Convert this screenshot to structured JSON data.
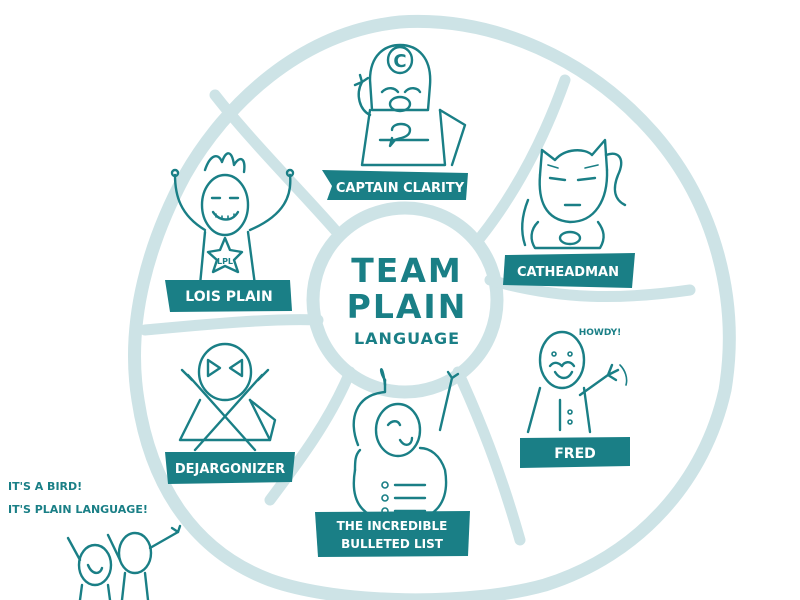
{
  "center": {
    "line1": "TEAM",
    "line2": "PLAIN",
    "line3": "LANGUAGE"
  },
  "characters": [
    {
      "id": "captain-clarity",
      "label": "CAPTAIN CLARITY",
      "emblem": "C"
    },
    {
      "id": "catheadman",
      "label": "CATHEADMAN"
    },
    {
      "id": "fred",
      "label": "FRED",
      "speech": "HOWDY!"
    },
    {
      "id": "incredible-bulleted-list",
      "label_line1": "THE INCREDIBLE",
      "label_line2": "BULLETED LIST"
    },
    {
      "id": "dejargonizer",
      "label": "DEJARGONIZER"
    },
    {
      "id": "lois-plain",
      "label": "LOIS PLAIN",
      "emblem": "LPL"
    }
  ],
  "bystanders": {
    "line1": "IT'S A BIRD!",
    "line2": "IT'S PLAIN LANGUAGE!"
  },
  "colors": {
    "ink": "#1a7f86",
    "wheel": "#cde3e6",
    "background": "#ffffff"
  }
}
